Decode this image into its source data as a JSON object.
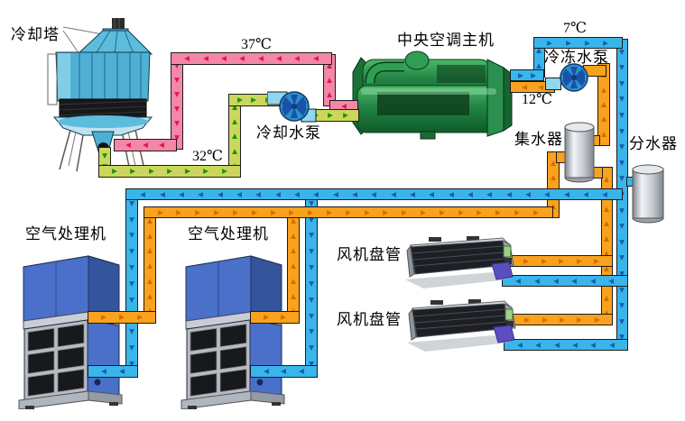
{
  "diagram": {
    "labels": {
      "cooling_tower": "冷却塔",
      "central_ac_host": "中央空调主机",
      "chilled_water_pump": "冷冻水泵",
      "cooling_water_pump": "冷却水泵",
      "water_collector": "集水器",
      "water_distributor": "分水器",
      "air_handler_left": "空气处理机",
      "air_handler_right": "空气处理机",
      "fan_coil_top": "风机盘管",
      "fan_coil_bottom": "风机盘管"
    },
    "temperatures": {
      "condenser_supply": "37℃",
      "condenser_return": "32℃",
      "chilled_supply": "7℃",
      "chilled_return": "12℃"
    },
    "pipe_colors": {
      "condenser_supply_pink": "#f287a7",
      "condenser_return_green": "#cbd75a",
      "chilled_supply_blue": "#3ab5ea",
      "chilled_return_orange": "#f9a21d"
    }
  }
}
